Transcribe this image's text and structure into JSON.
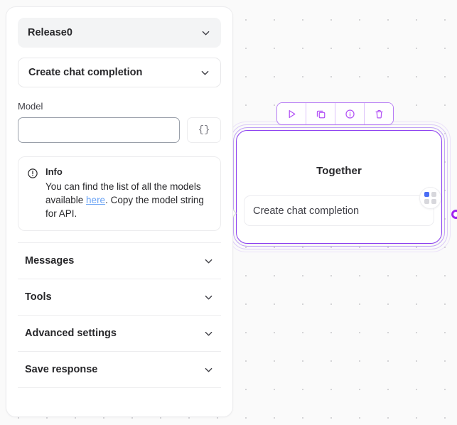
{
  "canvas": {
    "background_color": "#fafafa",
    "dot_color": "#d4d4d6",
    "dot_spacing": "40px"
  },
  "panel": {
    "release_select": {
      "value": "Release0",
      "chevron_icon": "chevron-down-icon"
    },
    "operation_select": {
      "value": "Create chat completion",
      "chevron_icon": "chevron-down-icon"
    },
    "model_field": {
      "label": "Model",
      "value": "",
      "placeholder": "",
      "expression_button_label": "{}"
    },
    "info": {
      "icon": "alert-circle-icon",
      "title": "Info",
      "text_before": "You can find the list of all the models available ",
      "link_text": "here",
      "text_after": ". Copy the model string for API.",
      "link_color": "#6aa3f5"
    },
    "accordion": [
      {
        "label": "Messages",
        "chevron_icon": "chevron-down-icon"
      },
      {
        "label": "Tools",
        "chevron_icon": "chevron-down-icon"
      },
      {
        "label": "Advanced settings",
        "chevron_icon": "chevron-down-icon"
      },
      {
        "label": "Save response",
        "chevron_icon": "chevron-down-icon"
      }
    ]
  },
  "node": {
    "title": "Together",
    "operation": "Create chat completion",
    "accent_color": "#8b3df0",
    "handle_color": "#a020f0",
    "badge": {
      "name": "apps-grid-badge",
      "active_dot_color": "#4a6df5",
      "inactive_dot_color": "#d7d7dc"
    },
    "toolbar": [
      {
        "name": "execute-step-button",
        "icon": "play-icon"
      },
      {
        "name": "duplicate-node-button",
        "icon": "copy-icon"
      },
      {
        "name": "node-info-button",
        "icon": "info-circle-icon"
      },
      {
        "name": "delete-node-button",
        "icon": "trash-icon"
      }
    ]
  }
}
